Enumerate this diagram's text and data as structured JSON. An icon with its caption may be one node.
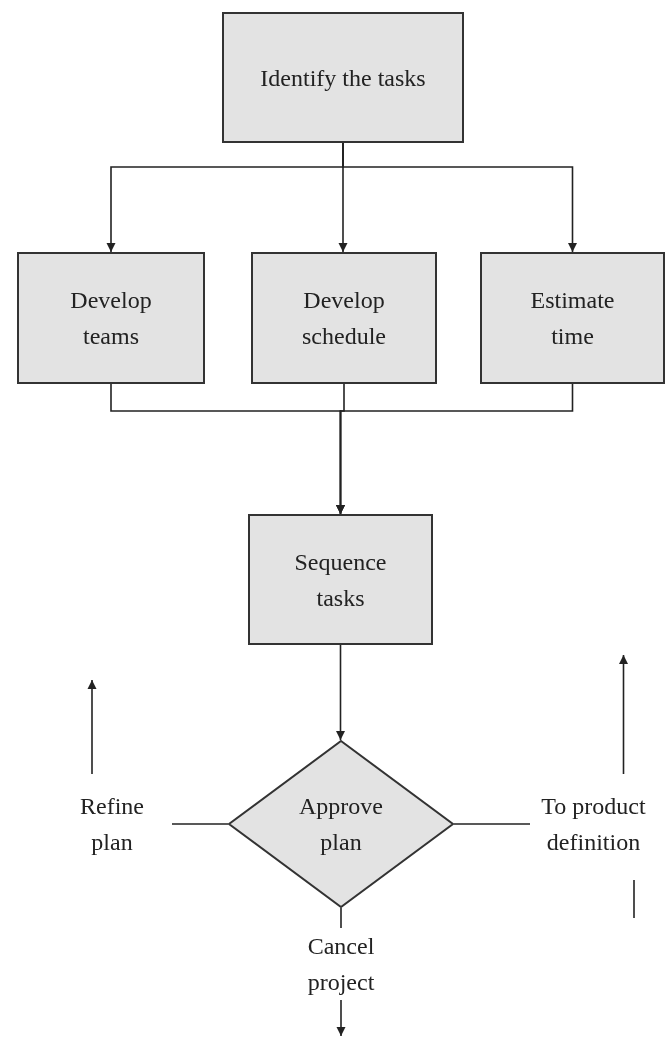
{
  "diagram": {
    "nodes": [
      {
        "text": [
          "Identify the tasks"
        ]
      },
      {
        "text": [
          "Develop teams"
        ]
      },
      {
        "text": [
          "Develop schedule"
        ]
      },
      {
        "text": [
          "Estimate time"
        ]
      },
      {
        "text": [
          "Sequence tasks"
        ]
      },
      {
        "text": [
          "Approve plan"
        ]
      },
      {
        "text": [
          "Refine plan"
        ]
      },
      {
        "text": [
          "To product definition"
        ]
      },
      {
        "text": [
          "Cancel project"
        ]
      }
    ],
    "edges": [
      {
        "from": 0,
        "to": 1,
        "arrow": "to"
      },
      {
        "from": 0,
        "to": 2,
        "arrow": "to"
      },
      {
        "from": 0,
        "to": 3,
        "arrow": "to"
      },
      {
        "from": 1,
        "to": 4,
        "arrow": "to"
      },
      {
        "from": 2,
        "to": 4,
        "arrow": "to"
      },
      {
        "from": 3,
        "to": 4,
        "arrow": "to"
      },
      {
        "from": 4,
        "to": 5,
        "arrow": "to"
      },
      {
        "from": 5,
        "to": 6,
        "arrow": "none"
      },
      {
        "from": 5,
        "to": 7,
        "arrow": "none"
      },
      {
        "from": 5,
        "to": 8,
        "arrow": "none"
      },
      {
        "from": 6,
        "to": null,
        "arrow": "to"
      },
      {
        "from": 7,
        "to": null,
        "arrow": "to"
      },
      {
        "from": 8,
        "to": null,
        "arrow": "to"
      }
    ]
  }
}
